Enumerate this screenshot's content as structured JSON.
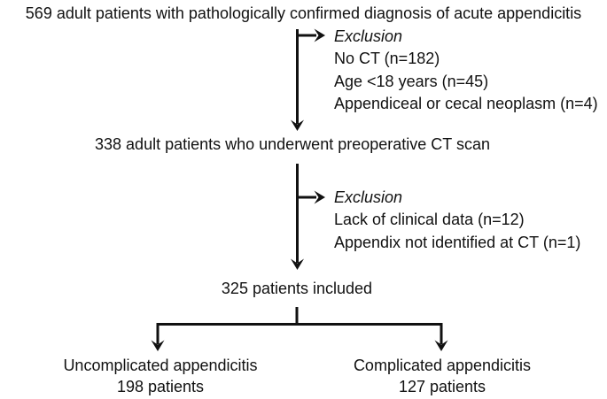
{
  "flowchart": {
    "nodes": {
      "total": "569 adult patients with pathologically confirmed diagnosis of acute appendicitis",
      "ct_scan": "338 adult patients who underwent preoperative CT scan",
      "included": "325 patients included",
      "uncomplicated": {
        "line1": "Uncomplicated appendicitis",
        "line2": "198 patients"
      },
      "complicated": {
        "line1": "Complicated appendicitis",
        "line2": "127 patients"
      }
    },
    "exclusions": [
      {
        "title": "Exclusion",
        "items": [
          "No CT (n=182)",
          "Age <18 years (n=45)",
          "Appendiceal or cecal neoplasm (n=4)"
        ]
      },
      {
        "title": "Exclusion",
        "items": [
          "Lack of clinical data (n=12)",
          "Appendix not identified at CT (n=1)"
        ]
      }
    ],
    "colors": {
      "text": "#111111",
      "line": "#111111",
      "background": "#ffffff"
    }
  }
}
